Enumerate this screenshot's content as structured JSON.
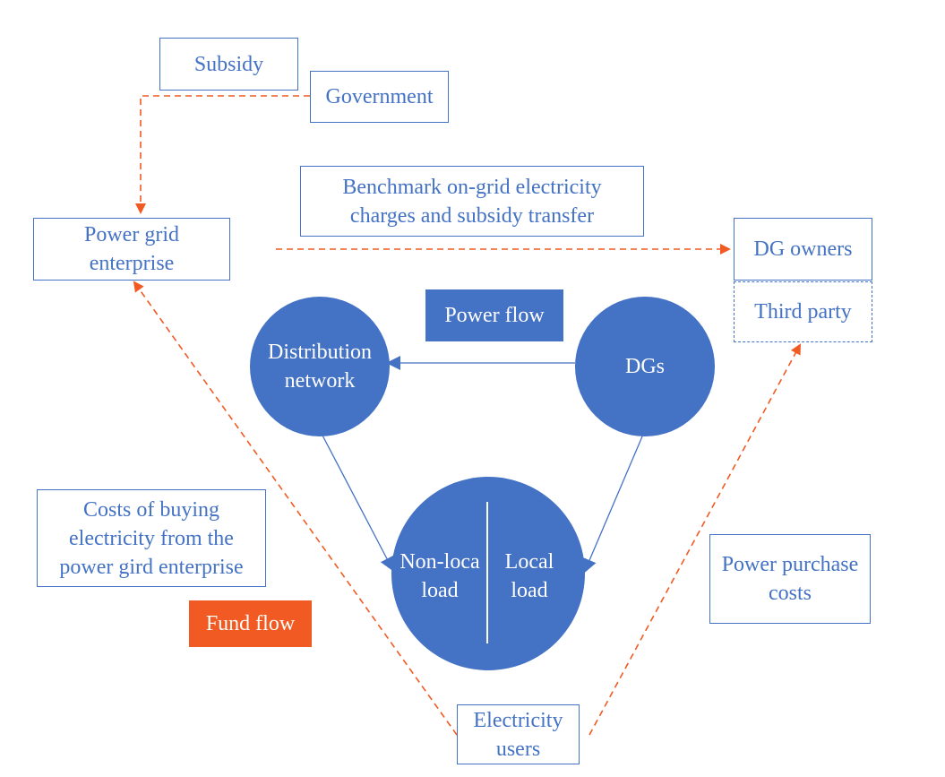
{
  "nodes": {
    "subsidy": "Subsidy",
    "government": "Government",
    "benchmark": "Benchmark on-grid electricity charges and subsidy transfer",
    "power_grid": "Power grid enterprise",
    "dg_owners": "DG owners",
    "third_party": "Third party",
    "power_flow": "Power flow",
    "distribution_network": "Distribution network",
    "dgs": "DGs",
    "non_local_load": "Non-loca load",
    "local_load": "Local load",
    "costs_buying": "Costs of buying electricity from the power gird enterprise",
    "fund_flow": "Fund flow",
    "power_purchase_costs": "Power purchase costs",
    "electricity_users": "Electricity users"
  },
  "colors": {
    "power_flow": "#4472c4",
    "fund_flow": "#f15a22",
    "background": "#ffffff"
  }
}
